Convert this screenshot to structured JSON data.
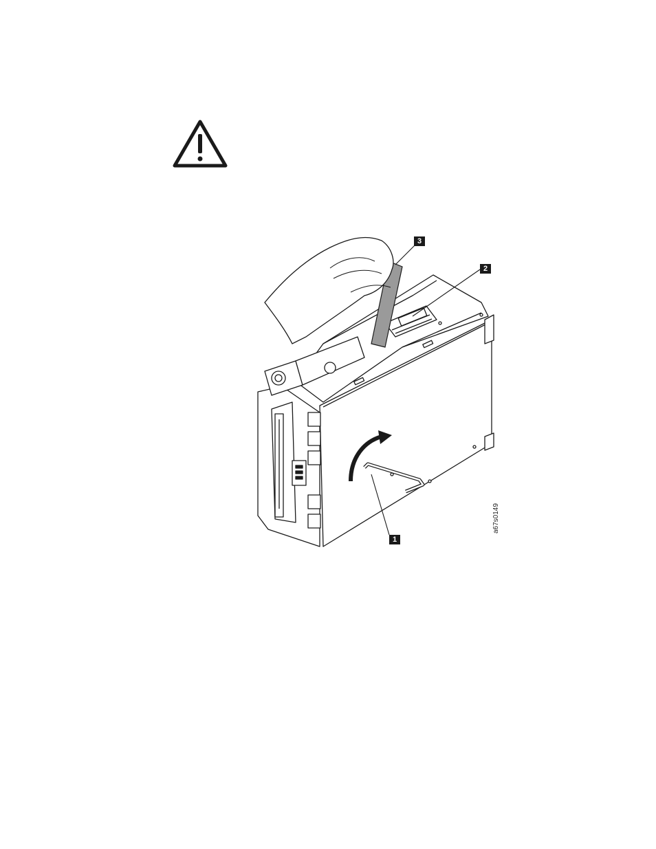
{
  "callouts": {
    "c1": "1",
    "c2": "2",
    "c3": "3"
  },
  "figure_id": "a67s0149",
  "icons": {
    "warning": "caution-triangle-icon"
  },
  "colors": {
    "line": "#1a1a1a",
    "fill": "#ffffff",
    "strap": "#9a9a9a"
  }
}
